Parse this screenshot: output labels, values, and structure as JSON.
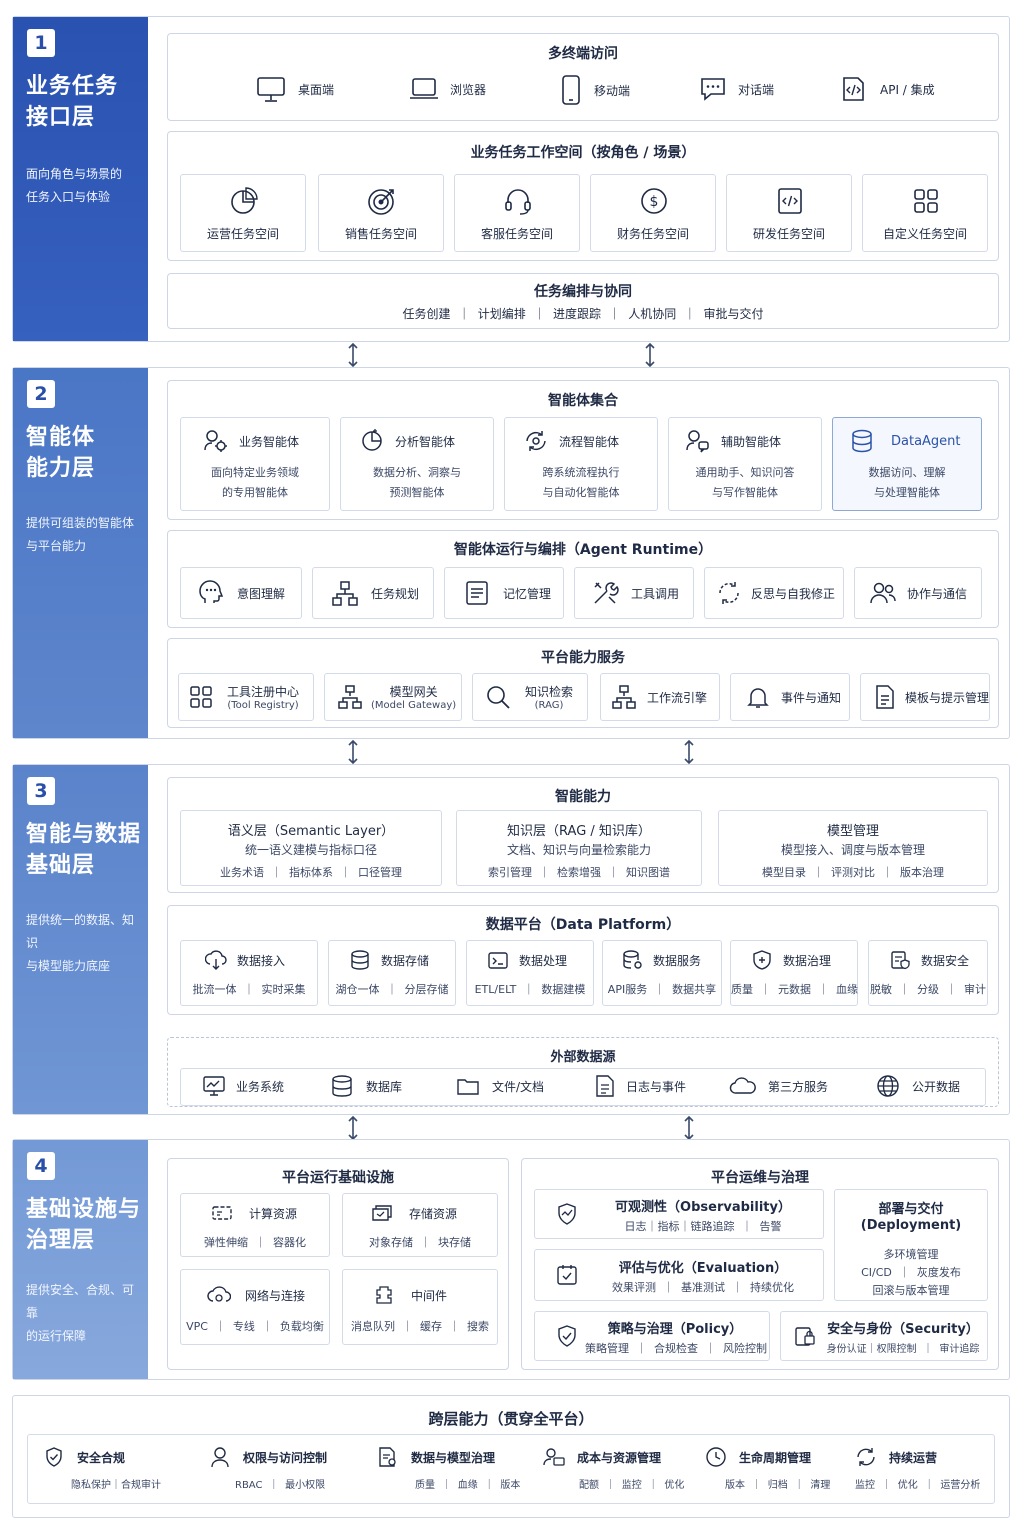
{
  "colors": {
    "primary": "#2a52b0",
    "text": "#1f2a44",
    "border": "#cdd6e6",
    "highlight": "#2b53a8"
  },
  "layer1": {
    "num": "1",
    "name1": "业务任务",
    "name2": "接口层",
    "desc1": "面向角色与场景的",
    "desc2": "任务入口与体验",
    "access": {
      "title": "多终端访问",
      "items": [
        {
          "icon": "desktop-icon",
          "label": "桌面端"
        },
        {
          "icon": "laptop-icon",
          "label": "浏览器"
        },
        {
          "icon": "mobile-icon",
          "label": "移动端"
        },
        {
          "icon": "chat-icon",
          "label": "对话端"
        },
        {
          "icon": "code-icon",
          "label": "API / 集成"
        }
      ]
    },
    "workspace": {
      "title": "业务任务工作空间（按角色 / 场景）",
      "items": [
        {
          "icon": "pie-chart-icon",
          "label": "运营任务空间"
        },
        {
          "icon": "target-icon",
          "label": "销售任务空间"
        },
        {
          "icon": "headset-icon",
          "label": "客服任务空间"
        },
        {
          "icon": "dollar-icon",
          "label": "财务任务空间"
        },
        {
          "icon": "code-file-icon",
          "label": "研发任务空间"
        },
        {
          "icon": "grid-icon",
          "label": "自定义任务空间"
        }
      ]
    },
    "orchestration": {
      "title": "任务编排与协同",
      "line": "任务创建  ｜  计划编排  ｜  进度跟踪  ｜  人机协同  ｜  审批与交付"
    }
  },
  "layer2": {
    "num": "2",
    "name1": "智能体",
    "name2": "能力层",
    "desc1": "提供可组装的智能体",
    "desc2": "与平台能力",
    "agents": {
      "title": "智能体集合",
      "items": [
        {
          "icon": "agent-icon",
          "label": "业务智能体",
          "d1": "面向特定业务领域",
          "d2": "的专用智能体"
        },
        {
          "icon": "analysis-icon",
          "label": "分析智能体",
          "d1": "数据分析、洞察与",
          "d2": "预测智能体"
        },
        {
          "icon": "flow-icon",
          "label": "流程智能体",
          "d1": "跨系统流程执行",
          "d2": "与自动化智能体"
        },
        {
          "icon": "assistant-icon",
          "label": "辅助智能体",
          "d1": "通用助手、知识问答",
          "d2": "与写作智能体"
        },
        {
          "icon": "database-icon",
          "label": "DataAgent",
          "d1": "数据访问、理解",
          "d2": "与处理智能体"
        }
      ]
    },
    "runtime": {
      "title": "智能体运行与编排（Agent Runtime）",
      "items": [
        {
          "icon": "brain-icon",
          "label": "意图理解"
        },
        {
          "icon": "hierarchy-icon",
          "label": "任务规划"
        },
        {
          "icon": "memo-icon",
          "label": "记忆管理"
        },
        {
          "icon": "tools-icon",
          "label": "工具调用"
        },
        {
          "icon": "refresh-icon",
          "label": "反思与自我修正"
        },
        {
          "icon": "users-icon",
          "label": "协作与通信"
        }
      ]
    },
    "platform": {
      "title": "平台能力服务",
      "items": [
        {
          "icon": "registry-icon",
          "label": "工具注册中心",
          "sub": "(Tool Registry)"
        },
        {
          "icon": "gateway-icon",
          "label": "模型网关",
          "sub": "(Model Gateway)"
        },
        {
          "icon": "search-icon",
          "label": "知识检索",
          "sub": "(RAG)"
        },
        {
          "icon": "workflow-icon",
          "label": "工作流引擎",
          "sub": ""
        },
        {
          "icon": "bell-icon",
          "label": "事件与通知",
          "sub": ""
        },
        {
          "icon": "document-icon",
          "label": "模板与提示管理",
          "sub": ""
        }
      ]
    }
  },
  "layer3": {
    "num": "3",
    "name1": "智能与数据",
    "name2": "基础层",
    "desc1": "提供统一的数据、知识",
    "desc2": "与模型能力底座",
    "intel": {
      "title": "智能能力",
      "items": [
        {
          "t": "语义层（Semantic Layer）",
          "d": "统一语义建模与指标口径",
          "s": "业务术语  ｜  指标体系  ｜  口径管理"
        },
        {
          "t": "知识层（RAG / 知识库）",
          "d": "文档、知识与向量检索能力",
          "s": "索引管理  ｜  检索增强  ｜  知识图谱"
        },
        {
          "t": "模型管理",
          "d": "模型接入、调度与版本管理",
          "s": "模型目录  ｜  评测对比  ｜  版本治理"
        }
      ]
    },
    "dataplat": {
      "title": "数据平台（Data Platform）",
      "items": [
        {
          "icon": "ingest-icon",
          "label": "数据接入",
          "sub": "批流一体  ｜  实时采集"
        },
        {
          "icon": "storage-icon",
          "label": "数据存储",
          "sub": "湖仓一体  ｜  分层存储"
        },
        {
          "icon": "process-icon",
          "label": "数据处理",
          "sub": "ETL/ELT  ｜  数据建模"
        },
        {
          "icon": "service-icon",
          "label": "数据服务",
          "sub": "API服务  ｜  数据共享"
        },
        {
          "icon": "governance-icon",
          "label": "数据治理",
          "sub": "质量  ｜  元数据  ｜  血缘"
        },
        {
          "icon": "security-icon",
          "label": "数据安全",
          "sub": "脱敏  ｜  分级  ｜  审计"
        }
      ]
    },
    "external": {
      "title": "外部数据源",
      "items": [
        {
          "icon": "monitor-chart-icon",
          "label": "业务系统"
        },
        {
          "icon": "database-icon",
          "label": "数据库"
        },
        {
          "icon": "folder-icon",
          "label": "文件/文档"
        },
        {
          "icon": "log-icon",
          "label": "日志与事件"
        },
        {
          "icon": "cloud-icon",
          "label": "第三方服务"
        },
        {
          "icon": "globe-icon",
          "label": "公开数据"
        }
      ]
    }
  },
  "layer4": {
    "num": "4",
    "name1": "基础设施与",
    "name2": "治理层",
    "desc1": "提供安全、合规、可靠",
    "desc2": "的运行保障",
    "infra": {
      "title": "平台运行基础设施",
      "items": [
        {
          "icon": "compute-icon",
          "label": "计算资源",
          "sub": "弹性伸缩  ｜  容器化"
        },
        {
          "icon": "storage-box-icon",
          "label": "存储资源",
          "sub": "对象存储  ｜  块存储"
        },
        {
          "icon": "network-icon",
          "label": "网络与连接",
          "sub": "VPC  ｜  专线  ｜  负载均衡"
        },
        {
          "icon": "middleware-icon",
          "label": "中间件",
          "sub": "消息队列  ｜  缓存  ｜  搜索"
        }
      ]
    },
    "ops": {
      "title": "平台运维与治理",
      "obs": {
        "icon": "observability-icon",
        "t": "可观测性（Observability）",
        "s": "日志｜指标｜链路追踪  ｜  告警"
      },
      "eval": {
        "icon": "evaluation-icon",
        "t": "评估与优化（Evaluation）",
        "s": "效果评测  ｜  基准测试  ｜  持续优化"
      },
      "policy": {
        "icon": "policy-icon",
        "t": "策略与治理（Policy）",
        "s": "策略管理  ｜  合规检查  ｜  风险控制"
      },
      "security": {
        "icon": "lock-icon",
        "t": "安全与身份（Security）",
        "s": "身份认证｜权限控制  ｜  审计追踪"
      },
      "deploy": {
        "t1": "部署与交付",
        "t2": "(Deployment)",
        "l1": "多环境管理",
        "l2": "CI/CD  ｜  灰度发布",
        "l3": "回滚与版本管理"
      }
    }
  },
  "cross": {
    "title": "跨层能力（贯穿全平台）",
    "items": [
      {
        "icon": "shield-check-icon",
        "label": "安全合规",
        "sub": "隐私保护｜合规审计"
      },
      {
        "icon": "user-icon",
        "label": "权限与访问控制",
        "sub": "RBAC  ｜  最小权限"
      },
      {
        "icon": "data-model-icon",
        "label": "数据与模型治理",
        "sub": "质量  ｜  血缘  ｜  版本"
      },
      {
        "icon": "cost-icon",
        "label": "成本与资源管理",
        "sub": "配额  ｜  监控  ｜  优化"
      },
      {
        "icon": "clock-icon",
        "label": "生命周期管理",
        "sub": "版本  ｜  归档  ｜  清理"
      },
      {
        "icon": "cycle-icon",
        "label": "持续运营",
        "sub": "监控  ｜  优化  ｜  运营分析"
      }
    ]
  }
}
